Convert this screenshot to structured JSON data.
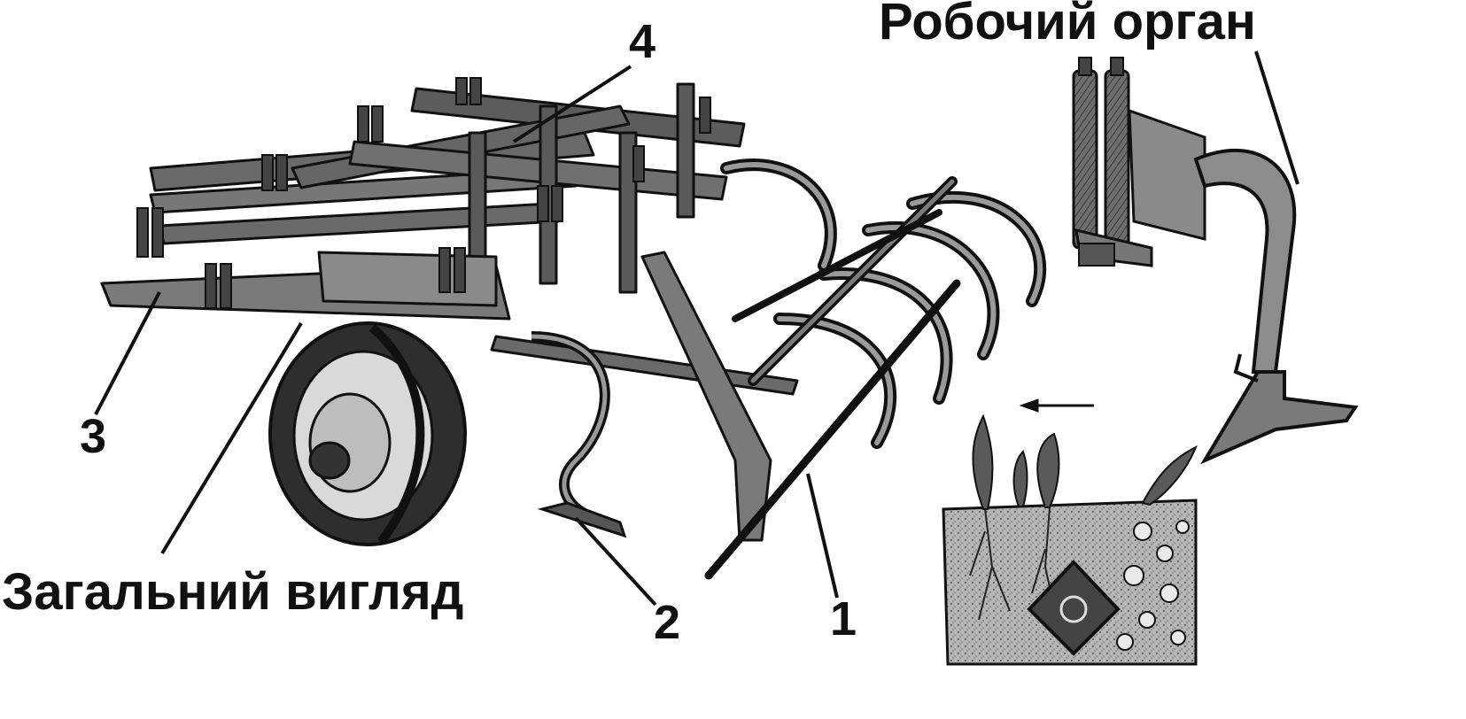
{
  "labels": {
    "general_view": "Загальний вигляд",
    "working_part": "Робочий орган",
    "n1": "1",
    "n2": "2",
    "n3": "3",
    "n4": "4"
  },
  "colors": {
    "ink": "#111111",
    "metal": "#555555",
    "metal_light": "#8a8a8a",
    "soil": "#9c9c9c",
    "background": "#ffffff"
  }
}
